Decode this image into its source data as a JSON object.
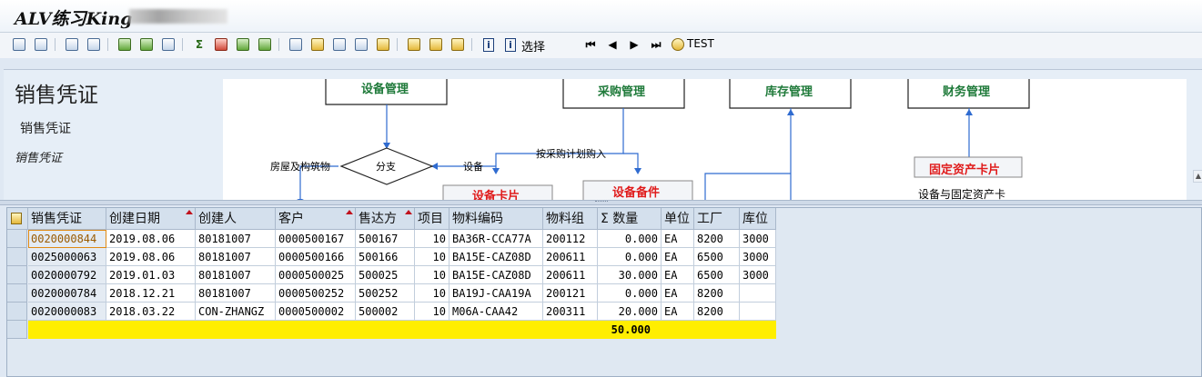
{
  "window": {
    "title": "ALV练习King"
  },
  "toolbar": {
    "select_label": "选择",
    "test_label": "TEST",
    "buttons": [
      "details-icon",
      "layout-icon",
      "first-page-icon",
      "export-icon",
      "find-icon",
      "filter-icon",
      "sort-icon",
      "sum-icon",
      "subtotal-icon",
      "print-icon",
      "print-preview-icon",
      "excel-icon",
      "word-icon",
      "mail-icon",
      "graphic-icon",
      "abc-icon",
      "grid-icon",
      "insert-row-icon",
      "delete-row-icon",
      "info-icon",
      "select-icon",
      "first-icon",
      "prev-icon",
      "next-icon",
      "last-icon",
      "test-icon"
    ]
  },
  "header_pane": {
    "title": "销售凭证",
    "subtitle": "销售凭证",
    "italic_note": "销售凭证"
  },
  "flowchart": {
    "boxes": [
      "设备管理",
      "采购管理",
      "库存管理",
      "财务管理"
    ],
    "decision": "分支",
    "labels": {
      "house": "房屋及构筑物",
      "equipment": "设备",
      "purchase_plan": "按采购计划购入"
    },
    "nodes": {
      "equipment_card": "设备卡片",
      "spare_parts": "设备备件",
      "asset_card": "固定资产卡片",
      "asset_card2": "设备与固定资产卡"
    }
  },
  "grid": {
    "columns": [
      "销售凭证",
      "创建日期",
      "创建人",
      "客户",
      "售达方",
      "项目",
      "物料编码",
      "物料组",
      "Σ 数量",
      "单位",
      "工厂",
      "库位"
    ],
    "rows": [
      [
        "0020000844",
        "2019.08.06",
        "80181007",
        "0000500167",
        "500167",
        "10",
        "BA36R-CCA77A",
        "200112",
        "0.000",
        "EA",
        "8200",
        "3000"
      ],
      [
        "0025000063",
        "2019.08.06",
        "80181007",
        "0000500166",
        "500166",
        "10",
        "BA15E-CAZ08D",
        "200611",
        "0.000",
        "EA",
        "6500",
        "3000"
      ],
      [
        "0020000792",
        "2019.01.03",
        "80181007",
        "0000500025",
        "500025",
        "10",
        "BA15E-CAZ08D",
        "200611",
        "30.000",
        "EA",
        "6500",
        "3000"
      ],
      [
        "0020000784",
        "2018.12.21",
        "80181007",
        "0000500252",
        "500252",
        "10",
        "BA19J-CAA19A",
        "200121",
        "0.000",
        "EA",
        "8200",
        ""
      ],
      [
        "0020000083",
        "2018.03.22",
        "CON-ZHANGZ",
        "0000500002",
        "500002",
        "10",
        "M06A-CAA42",
        "200311",
        "20.000",
        "EA",
        "8200",
        ""
      ]
    ],
    "total": "50.000"
  },
  "colors": {
    "box_text": "#1f7a3a",
    "node_red": "#e01c1c",
    "line_blue": "#2f6bd0",
    "total_bg": "#ffee00"
  }
}
